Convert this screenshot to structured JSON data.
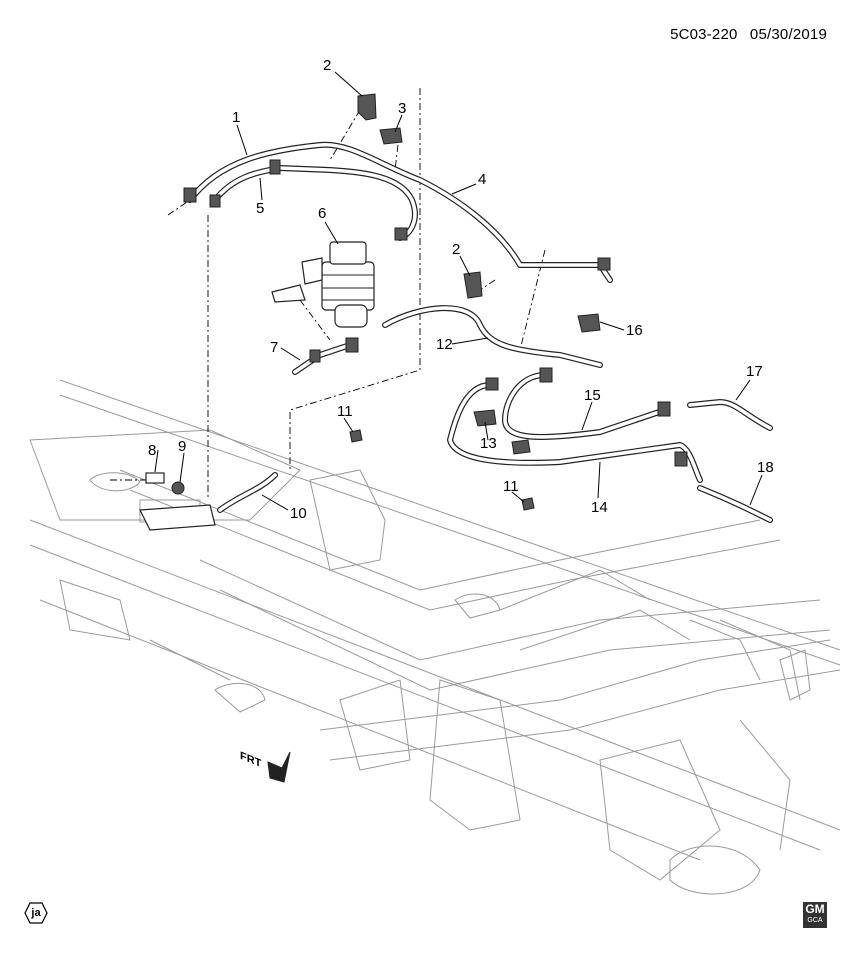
{
  "header": {
    "code": "5C03-220",
    "date": "05/30/2019"
  },
  "callouts": [
    "1",
    "2",
    "3",
    "4",
    "5",
    "6",
    "7",
    "2",
    "12",
    "16",
    "11",
    "8",
    "9",
    "10",
    "17",
    "15",
    "13",
    "14",
    "11",
    "18"
  ],
  "frt_label": "FRT",
  "ja_badge": "ja",
  "gm_logo": {
    "top": "GM",
    "bottom": "GCA"
  },
  "colors": {
    "line": "#222222",
    "frame": "#9a9a9a",
    "background": "#ffffff"
  },
  "icons": [
    "front-arrow-icon",
    "ja-badge-icon",
    "gm-logo-icon"
  ]
}
